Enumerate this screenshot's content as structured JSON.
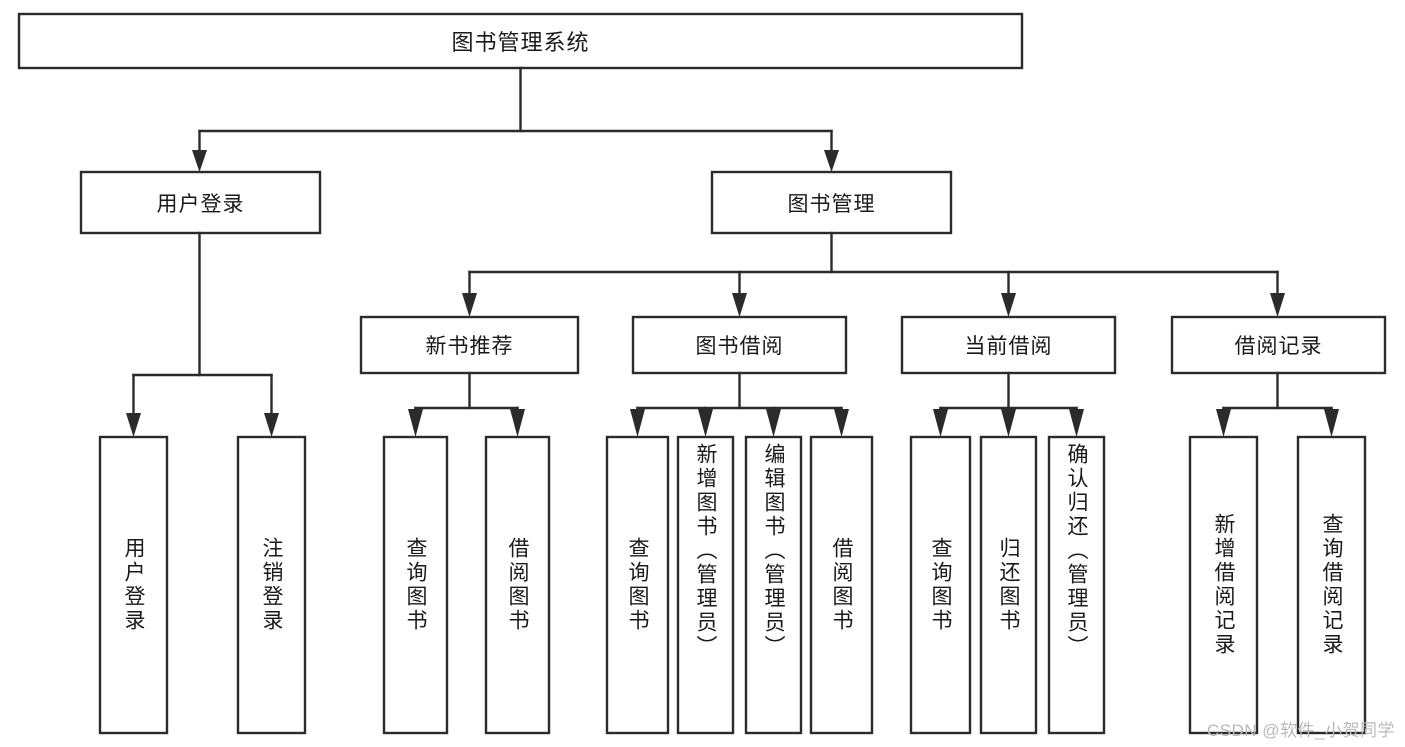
{
  "diagram": {
    "title": "图书管理系统",
    "watermark": "CSDN @软件_小贺同学",
    "stroke_color": "#2b2b2b",
    "fill_color": "#ffffff",
    "text_color": "#1a1a1a",
    "watermark_color": "#b9b9b9",
    "type": "tree-hierarchy",
    "root": {
      "label": "图书管理系统",
      "children": [
        {
          "label": "用户登录",
          "children": [
            {
              "label": "用户登录",
              "orientation": "vertical"
            },
            {
              "label": "注销登录",
              "orientation": "vertical"
            }
          ]
        },
        {
          "label": "图书管理",
          "children": [
            {
              "label": "新书推荐",
              "children": [
                {
                  "label": "查询图书",
                  "orientation": "vertical"
                },
                {
                  "label": "借阅图书",
                  "orientation": "vertical"
                }
              ]
            },
            {
              "label": "图书借阅",
              "children": [
                {
                  "label": "查询图书",
                  "orientation": "vertical"
                },
                {
                  "label": "新增图书（管理员）",
                  "orientation": "vertical"
                },
                {
                  "label": "编辑图书（管理员）",
                  "orientation": "vertical"
                },
                {
                  "label": "借阅图书",
                  "orientation": "vertical"
                }
              ]
            },
            {
              "label": "当前借阅",
              "children": [
                {
                  "label": "查询图书",
                  "orientation": "vertical"
                },
                {
                  "label": "归还图书",
                  "orientation": "vertical"
                },
                {
                  "label": "确认归还（管理员）",
                  "orientation": "vertical"
                }
              ]
            },
            {
              "label": "借阅记录",
              "children": [
                {
                  "label": "新增借阅记录",
                  "orientation": "vertical"
                },
                {
                  "label": "查询借阅记录",
                  "orientation": "vertical"
                }
              ]
            }
          ]
        }
      ]
    },
    "nodes": {
      "root": "图书管理系统",
      "l1_user_login": "用户登录",
      "l1_book_manage": "图书管理",
      "l2_new_book_rec": "新书推荐",
      "l2_book_borrow": "图书借阅",
      "l2_current_borrow": "当前借阅",
      "l2_borrow_record": "借阅记录",
      "l3_user_login": "用户登录",
      "l3_logout": "注销登录",
      "l3_query_book_a": "查询图书",
      "l3_borrow_book_a": "借阅图书",
      "l3_query_book_b": "查询图书",
      "l3_add_book_admin": "新增图书（管理员）",
      "l3_edit_book_admin": "编辑图书（管理员）",
      "l3_borrow_book_b": "借阅图书",
      "l3_query_book_c": "查询图书",
      "l3_return_book": "归还图书",
      "l3_confirm_return_admin": "确认归还（管理员）",
      "l3_add_borrow_record": "新增借阅记录",
      "l3_query_borrow_record": "查询借阅记录"
    }
  }
}
